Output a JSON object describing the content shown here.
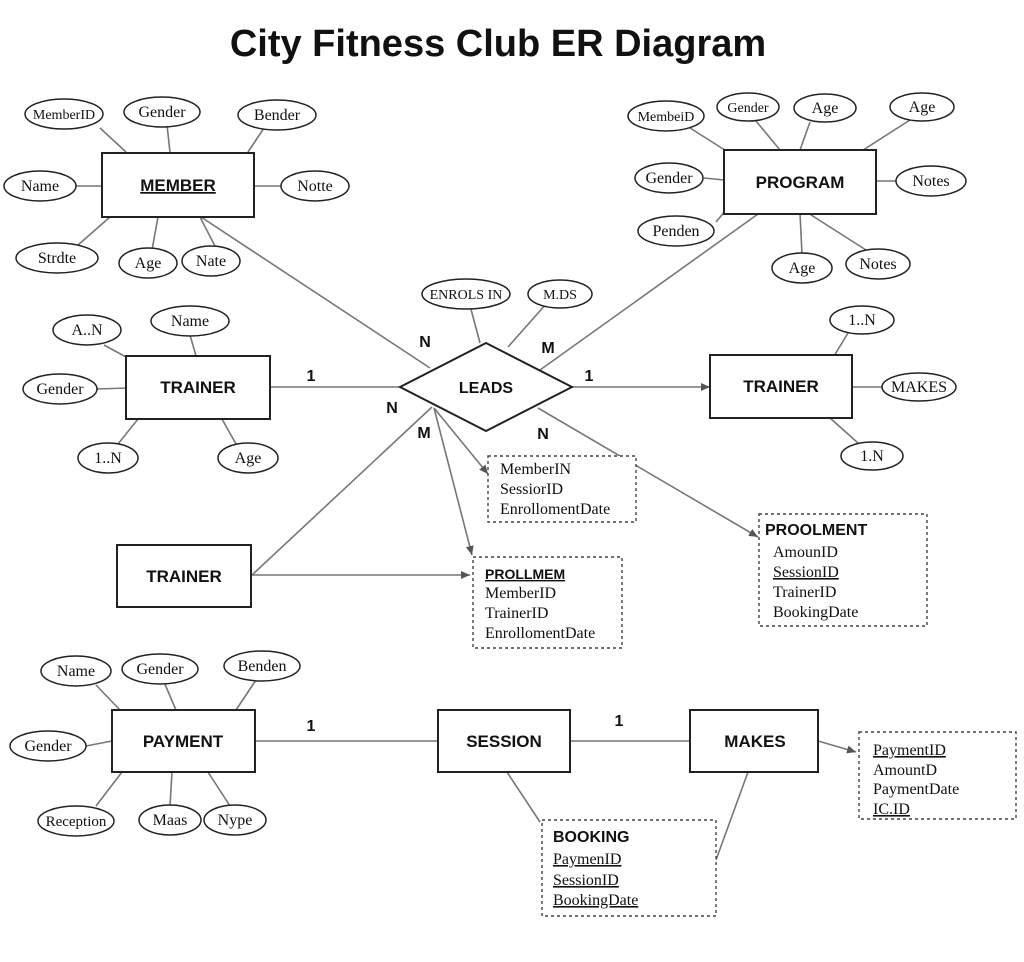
{
  "title": "City Fitness Club ER Diagram",
  "relationship": {
    "label": "LEADS"
  },
  "entities": {
    "member": {
      "label": "MEMBER",
      "attributes": [
        "MemberID",
        "Gender",
        "Bender",
        "Name",
        "Notte",
        "Strdte",
        "Age",
        "Nate"
      ]
    },
    "program": {
      "label": "PROGRAM",
      "attributes": [
        "MembeiD",
        "Gender",
        "Age",
        "Age",
        "Gender",
        "Notes",
        "Penden",
        "Age",
        "Notes"
      ]
    },
    "trainer_left": {
      "label": "TRAINER",
      "attributes": [
        "A..N",
        "Name",
        "Gender",
        "1..N",
        "Age"
      ]
    },
    "trainer_right": {
      "label": "TRAINER",
      "attributes": [
        "1..N",
        "MAKES",
        "1.N"
      ]
    },
    "trainer_lower": {
      "label": "TRAINER"
    },
    "payment": {
      "label": "PAYMENT",
      "attributes": [
        "Name",
        "Gender",
        "Benden",
        "Gender",
        "Reception",
        "Maas",
        "Nype"
      ]
    },
    "session": {
      "label": "SESSION"
    },
    "makes": {
      "label": "MAKES"
    }
  },
  "leads_attributes": [
    "ENROLS IN",
    "M.DS"
  ],
  "cardinalities": [
    "N",
    "M",
    "1",
    "1",
    "N",
    "M",
    "N",
    "1",
    "1"
  ],
  "boxes": {
    "box1": {
      "fields": [
        "MemberIN",
        "SessiorID",
        "EnrollomentDate"
      ]
    },
    "prollmem": {
      "title": "PROLLMEM",
      "fields": [
        "MemberID",
        "TrainerID",
        "EnrollomentDate"
      ]
    },
    "proolment": {
      "title": "PROOLMENT",
      "fields": [
        "AmounID",
        "SessionID",
        "TrainerID",
        "BookingDate"
      ]
    },
    "booking": {
      "title": "BOOKING",
      "fields": [
        "PaymenID",
        "SessionID",
        "BookingDate"
      ]
    },
    "payment_box": {
      "fields": [
        "PaymentID",
        "AmountD",
        "PaymentDate",
        "IC.ID"
      ]
    }
  }
}
